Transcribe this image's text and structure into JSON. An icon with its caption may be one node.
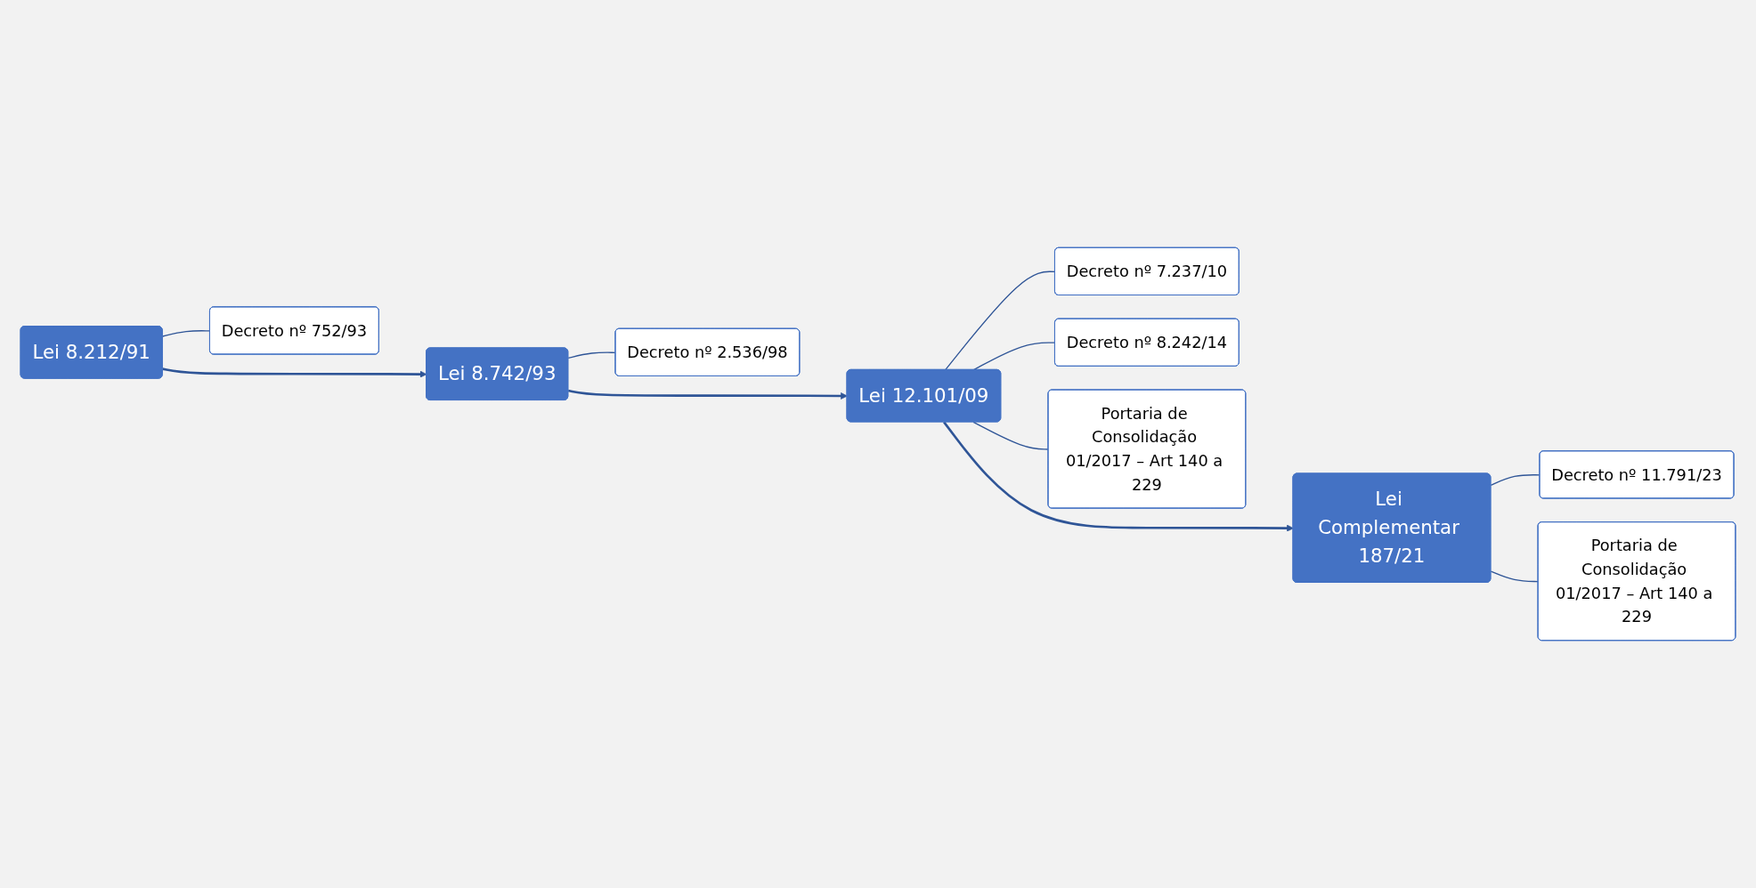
{
  "diagram": {
    "nodes": [
      {
        "text": [
          "Lei 8.212/91"
        ]
      },
      {
        "text": [
          "Decreto nº 752/93"
        ]
      },
      {
        "text": [
          "Lei 8.742/93"
        ]
      },
      {
        "text": [
          "Decreto nº 2.536/98"
        ]
      },
      {
        "text": [
          "Lei 12.101/09"
        ]
      },
      {
        "text": [
          "Decreto nº 7.237/10"
        ]
      },
      {
        "text": [
          "Decreto nº 8.242/14"
        ]
      },
      {
        "text": [
          "Portaria de Consolidação 01/2017 – Art 140 a 229"
        ]
      },
      {
        "text": [
          "Lei Complementar 187/21"
        ]
      },
      {
        "text": [
          "Decreto nº 11.791/23"
        ]
      },
      {
        "text": [
          "Portaria de Consolidação 01/2017 – Art 140 a 229"
        ]
      }
    ],
    "edges": [
      {
        "from": 0,
        "to": 2,
        "arrow": "to"
      },
      {
        "from": 2,
        "to": 4,
        "arrow": "to"
      },
      {
        "from": 4,
        "to": 8,
        "arrow": "to"
      },
      {
        "from": 0,
        "to": 1,
        "arrow": "none"
      },
      {
        "from": 2,
        "to": 3,
        "arrow": "none"
      },
      {
        "from": 4,
        "to": 5,
        "arrow": "none"
      },
      {
        "from": 4,
        "to": 6,
        "arrow": "none"
      },
      {
        "from": 4,
        "to": 7,
        "arrow": "none"
      },
      {
        "from": 8,
        "to": 9,
        "arrow": "none"
      },
      {
        "from": 8,
        "to": 10,
        "arrow": "none"
      }
    ]
  }
}
